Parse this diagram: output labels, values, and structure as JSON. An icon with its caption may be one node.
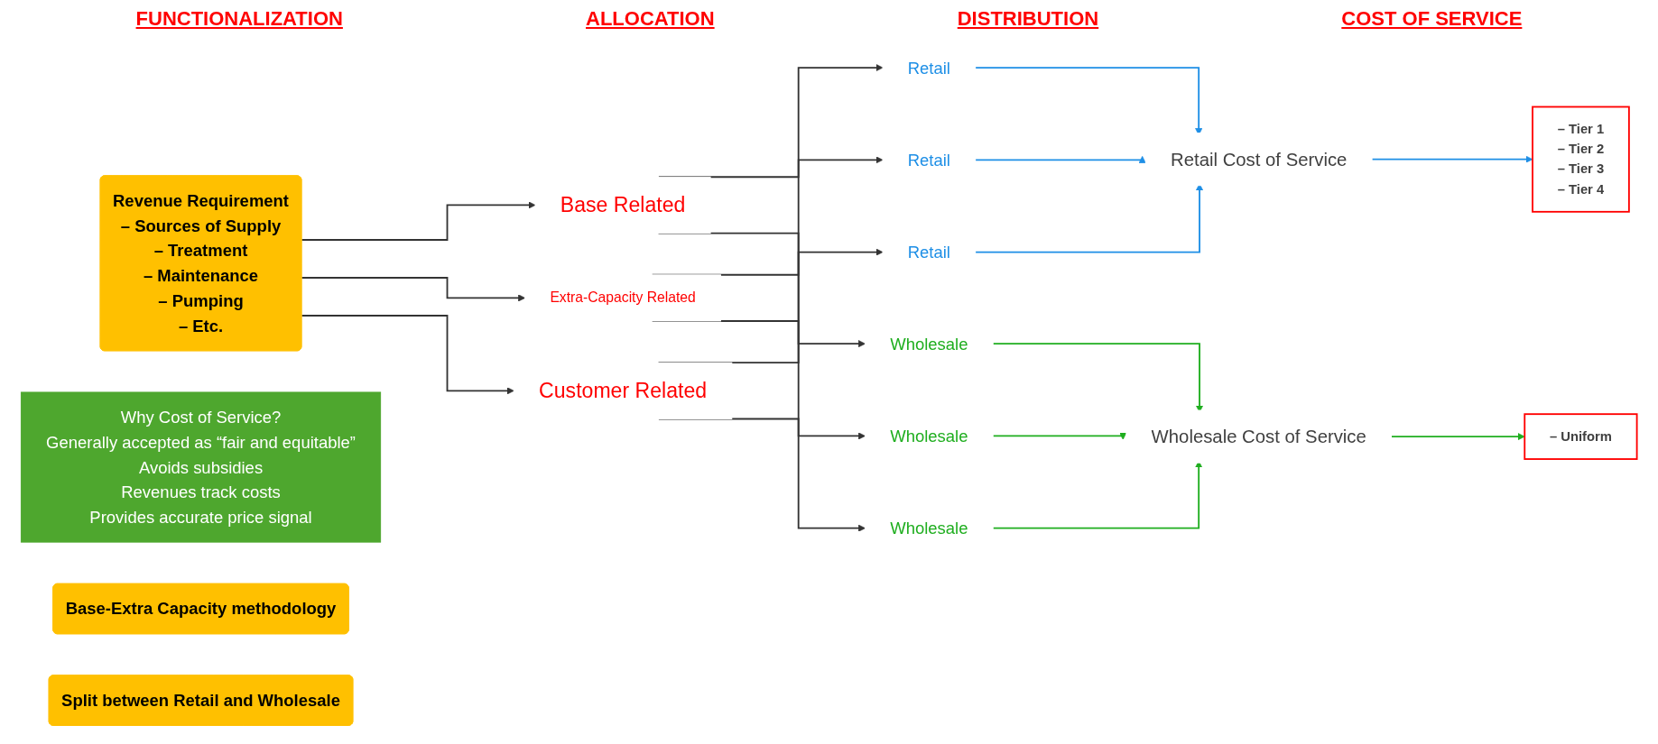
{
  "diagram": {
    "nodes": [
      {
        "text": [
          "Revenue Requirement",
          "– Sources of Supply",
          "– Treatment",
          "– Maintenance",
          "– Pumping",
          "– Etc."
        ]
      },
      {
        "text": [
          "Base Related"
        ]
      },
      {
        "text": [
          "Extra-Capacity Related"
        ]
      },
      {
        "text": [
          "Customer Related"
        ]
      },
      {
        "text": [
          "Retail"
        ]
      },
      {
        "text": [
          "Wholesale"
        ]
      },
      {
        "text": [
          "Retail"
        ]
      },
      {
        "text": [
          "Wholesale"
        ]
      },
      {
        "text": [
          "Retail"
        ]
      },
      {
        "text": [
          "Wholesale"
        ]
      },
      {
        "text": [
          "Retail Cost of Service"
        ]
      },
      {
        "text": [
          "– Tier 1",
          "– Tier 2",
          "– Tier 3",
          "– Tier 4"
        ]
      },
      {
        "text": [
          "Wholesale Cost of Service"
        ]
      },
      {
        "text": [
          "– Uniform"
        ]
      },
      {
        "text": [
          "Why Cost of Service?",
          "Generally accepted as “fair and equitable”",
          "Avoids subsidies",
          "Revenues track costs",
          "Provides accurate price signal"
        ]
      },
      {
        "text": [
          "Base-Extra Capacity methodology"
        ]
      },
      {
        "text": [
          "Split between Retail and Wholesale"
        ]
      }
    ],
    "edges": [
      {
        "from": 0,
        "to": 1,
        "arrow": "to"
      },
      {
        "from": 0,
        "to": 2,
        "arrow": "to"
      },
      {
        "from": 0,
        "to": 3,
        "arrow": "to"
      },
      {
        "from": 1,
        "to": 4,
        "arrow": "to"
      },
      {
        "from": 1,
        "to": 5,
        "arrow": "to"
      },
      {
        "from": 2,
        "to": 6,
        "arrow": "to"
      },
      {
        "from": 2,
        "to": 7,
        "arrow": "to"
      },
      {
        "from": 3,
        "to": 8,
        "arrow": "to"
      },
      {
        "from": 3,
        "to": 9,
        "arrow": "to"
      },
      {
        "from": 4,
        "to": 10,
        "arrow": "to",
        "color": "#1e8fe6"
      },
      {
        "from": 6,
        "to": 10,
        "arrow": "to",
        "color": "#1e8fe6"
      },
      {
        "from": 8,
        "to": 10,
        "arrow": "to",
        "color": "#1e8fe6"
      },
      {
        "from": 10,
        "to": 11,
        "arrow": "to",
        "color": "#1e8fe6"
      },
      {
        "from": 5,
        "to": 12,
        "arrow": "to",
        "color": "#1fae1f"
      },
      {
        "from": 7,
        "to": 12,
        "arrow": "to",
        "color": "#1fae1f"
      },
      {
        "from": 9,
        "to": 12,
        "arrow": "to",
        "color": "#1fae1f"
      },
      {
        "from": 12,
        "to": 13,
        "arrow": "to",
        "color": "#1fae1f"
      }
    ],
    "labels": [
      "FUNCTIONALIZATION",
      "ALLOCATION",
      "DISTRIBUTION",
      "COST OF SERVICE"
    ]
  }
}
